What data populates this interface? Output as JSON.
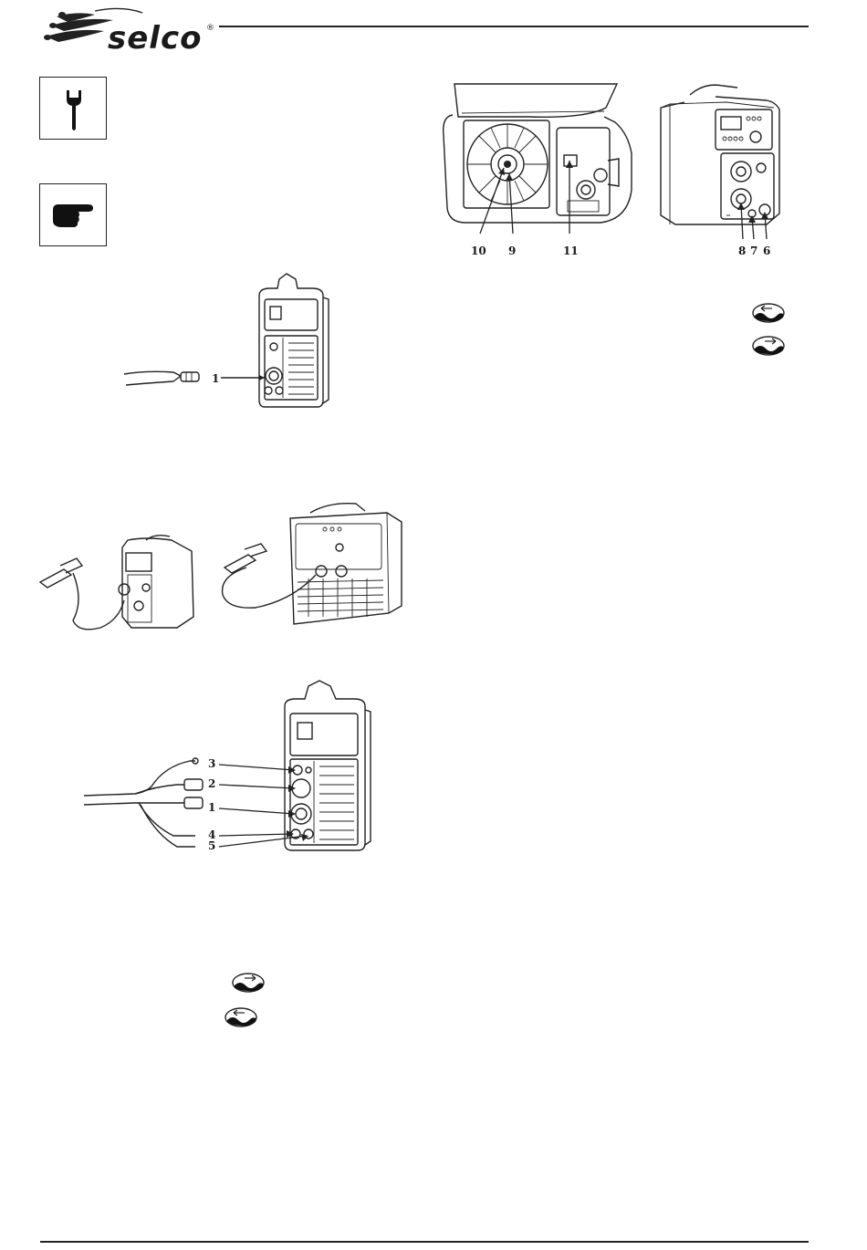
{
  "brand": {
    "name": "selco",
    "registered_mark": "®"
  },
  "icons": {
    "wrench": "wrench-icon",
    "pointing_hand": "pointing-hand-icon",
    "rotate_symbol": "rotate-wave-icon"
  },
  "figures": {
    "rear_panel_1": {
      "labels": [
        "1"
      ]
    },
    "wire_feeder": {
      "labels": [
        "10",
        "9",
        "11"
      ]
    },
    "front_panel": {
      "labels": [
        "8",
        "7",
        "6"
      ]
    },
    "rear_panel_2": {
      "labels": [
        "3",
        "2",
        "1",
        "4",
        "5"
      ]
    }
  }
}
